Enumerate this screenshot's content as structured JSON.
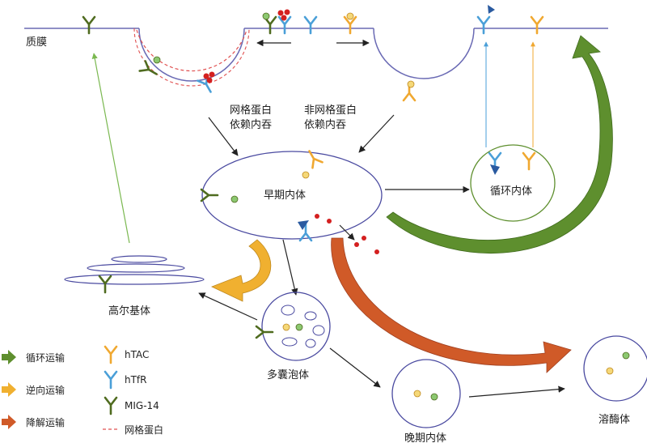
{
  "labels": {
    "membrane": "质膜",
    "clathrin_dependent_line1": "网格蛋白",
    "clathrin_dependent_line2": "依赖内吞",
    "clathrin_independent_line1": "非网格蛋白",
    "clathrin_independent_line2": "依赖内吞",
    "early_endosome": "早期内体",
    "recycling_endosome": "循环内体",
    "golgi": "高尔基体",
    "multivesicular_body": "多囊泡体",
    "late_endosome": "晚期内体",
    "lysosome": "溶酶体"
  },
  "legend": {
    "recycling": "循环运输",
    "retrograde": "逆向运输",
    "degradation": "降解运输",
    "htac": "hTAC",
    "htfr": "hTfR",
    "mig14": "MIG-14",
    "clathrin": "网格蛋白"
  },
  "colors": {
    "membrane": "#6a6ab4",
    "htac": "#f0a830",
    "htfr": "#4a9fd8",
    "mig14": "#4f6b1f",
    "recycling": "#5e8f2e",
    "retrograde": "#f0b030",
    "degradation": "#d05a28",
    "clathrin": "#e05050",
    "ligand_red": "#d42020",
    "particle_green": "#8cc870",
    "particle_yellow": "#f5d878",
    "tf_triangle": "#2a5aa0"
  }
}
